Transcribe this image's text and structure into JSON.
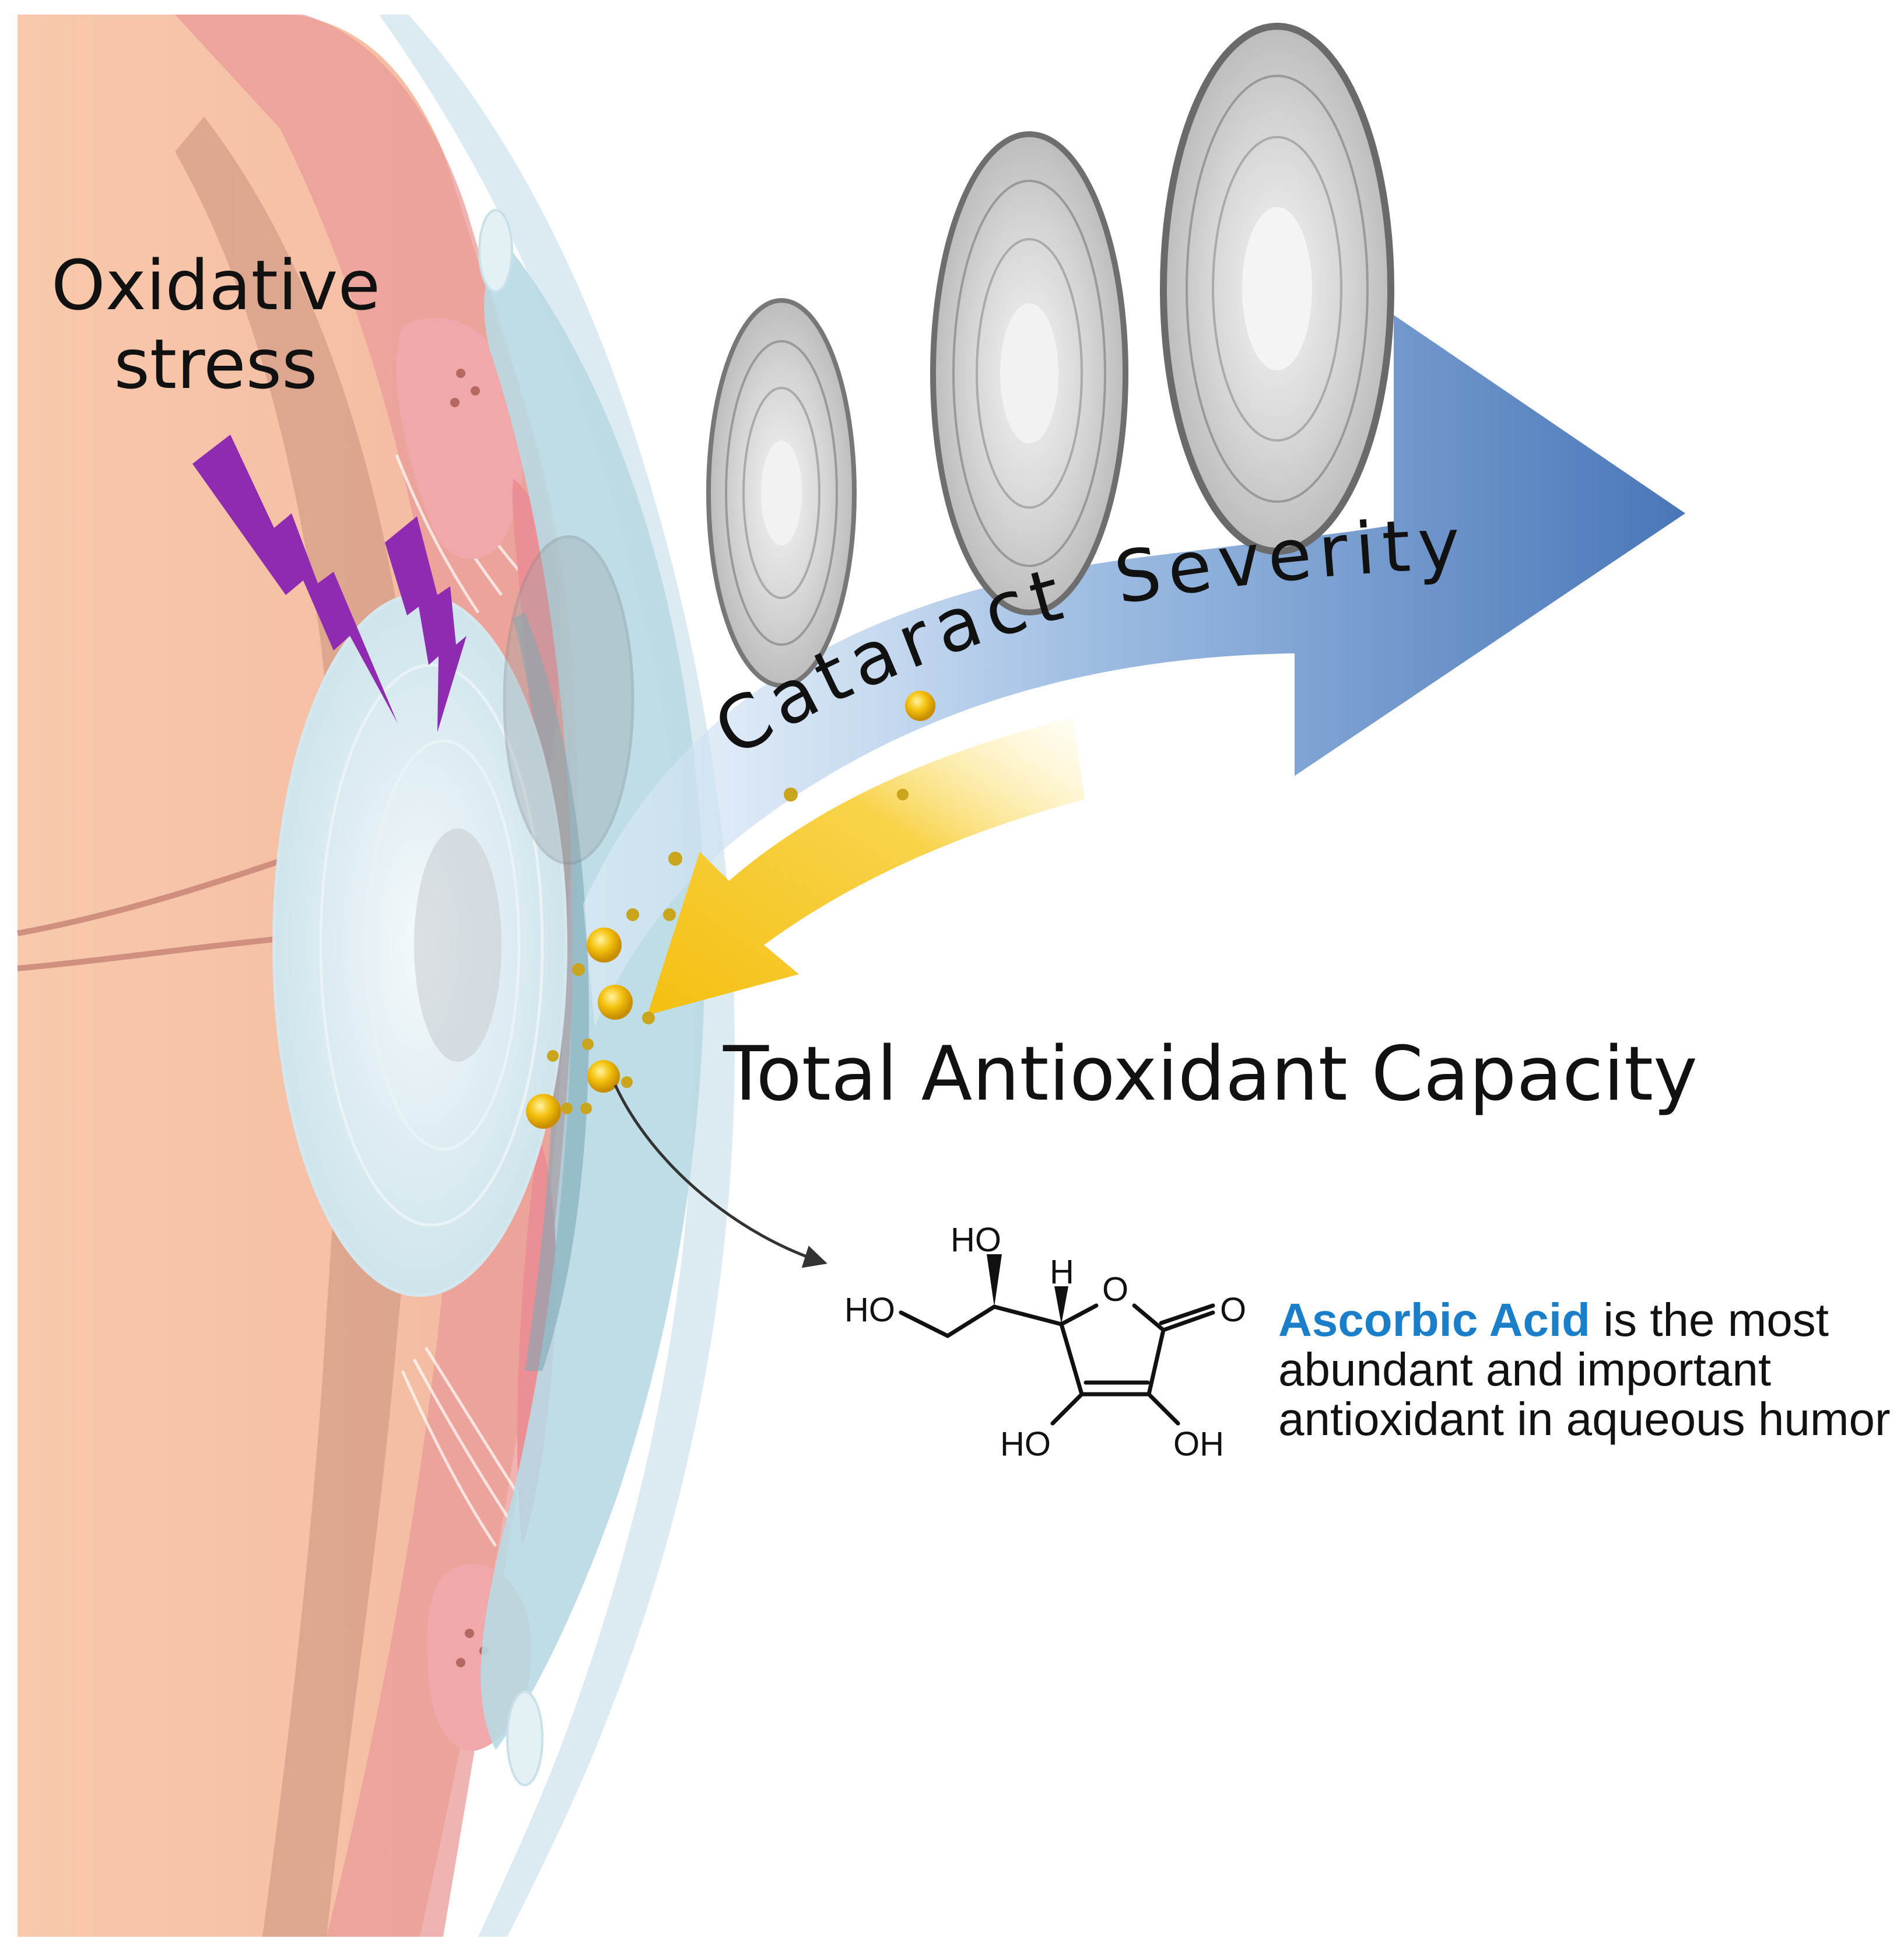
{
  "labels": {
    "oxidative_line1": "Oxidative",
    "oxidative_line2": "stress",
    "cataract_word": "Cataract",
    "severity_word": "Severity",
    "total_antioxidant": "Total Antioxidant Capacity"
  },
  "ascorbic": {
    "name": "Ascorbic Acid",
    "line1_rest": " is the most",
    "line2": "abundant and important",
    "line3": "antioxidant in aqueous humor"
  },
  "molecule": {
    "ho_top": "HO",
    "h": "H",
    "o_ring": "O",
    "o_carbonyl": "O",
    "ho_left": "HO",
    "ho_bottom": "HO",
    "oh_bottom": "OH"
  },
  "colors": {
    "ascorbic_name": "#1a7fc8",
    "lightning": "#8e2bb0",
    "severity_arrow": "#4a78b8",
    "antioxidant_arrow": "#f6c51b",
    "skin": "#f6c2a6",
    "muscle": "#f0a2a8",
    "cornea": "#b9dbe6"
  }
}
